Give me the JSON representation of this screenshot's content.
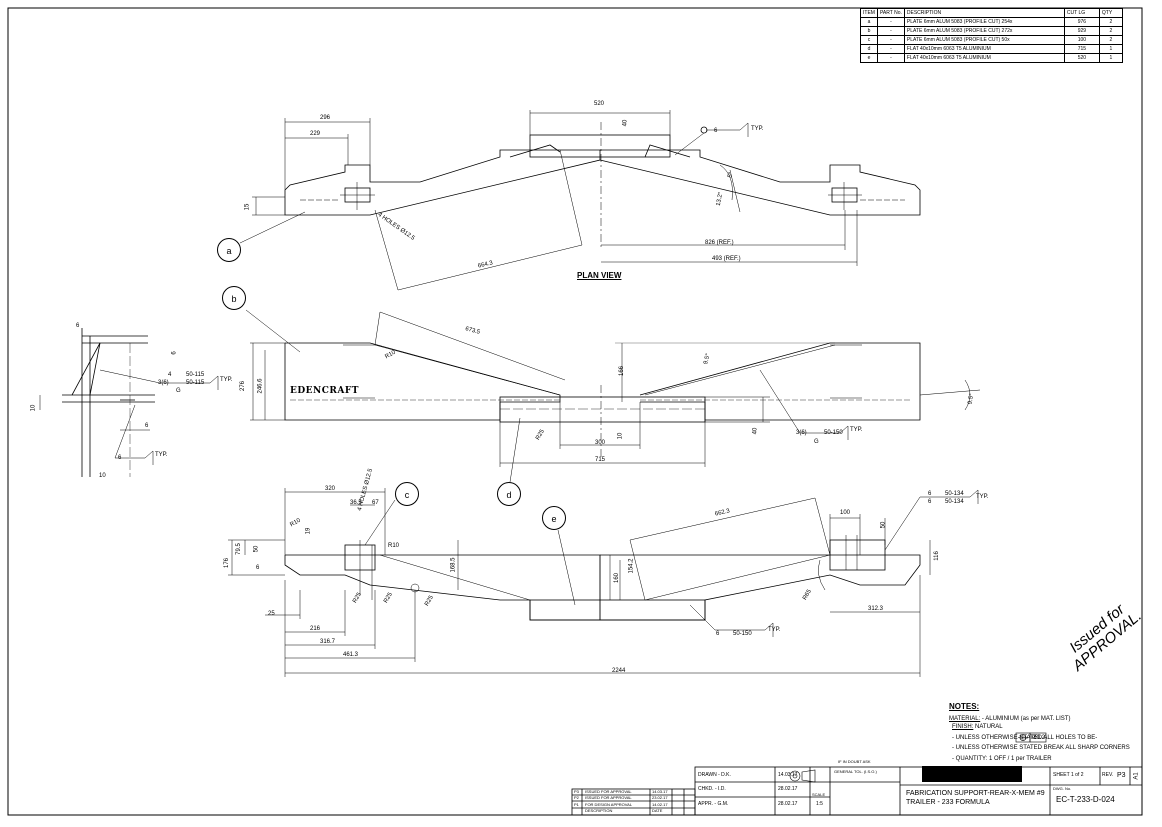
{
  "parts_list": {
    "headers": [
      "ITEM",
      "PART No.",
      "DESCRIPTION",
      "CUT LG",
      "QTY"
    ],
    "rows": [
      {
        "item": "a",
        "part": "-",
        "desc": "PLATE 6mm ALUM 5083 (PROFILE CUT) 254x",
        "cut": "976",
        "qty": "2"
      },
      {
        "item": "b",
        "part": "-",
        "desc": "PLATE 6mm ALUM 5083 (PROFILE CUT) 272x",
        "cut": "929",
        "qty": "2"
      },
      {
        "item": "c",
        "part": "-",
        "desc": "PLATE 6mm ALUM 5083 (PROFILE CUT) 50x",
        "cut": "100",
        "qty": "2"
      },
      {
        "item": "d",
        "part": "-",
        "desc": "FLAT 40x10mm 6063 T5 ALUMINIUM",
        "cut": "715",
        "qty": "1"
      },
      {
        "item": "e",
        "part": "-",
        "desc": "FLAT 40x10mm 6063 T5 ALUMINIUM",
        "cut": "520",
        "qty": "1"
      }
    ]
  },
  "plan_view": {
    "title": "PLAN VIEW",
    "dims": {
      "d520": "520",
      "d40": "40",
      "d296": "296",
      "d229": "229",
      "d15": "15",
      "holes": "4 HOLES Ø12.5",
      "d6643": "664.3",
      "d826": "826 (REF.)",
      "d493": "493 (REF.)",
      "d13": "13.2°",
      "d6": "6",
      "d5": "5°",
      "typ": "TYP."
    }
  },
  "elevation_view": {
    "logo": "EDENCRAFT",
    "dims": {
      "d6735": "673.5",
      "r10": "R10",
      "d276": "276",
      "d2466": "246.6",
      "d300": "300",
      "d715": "715",
      "d10": "10",
      "d166": "166",
      "d40": "40",
      "r25": "R25",
      "a95": "9.5°",
      "a95b": "9.5°",
      "weld1": "3(6)",
      "weld1b": "50-150",
      "weld1g": "G",
      "typ": "TYP."
    }
  },
  "detail_view": {
    "dims": {
      "d6a": "6",
      "d6b": "6",
      "d10": "10",
      "d6c": "6",
      "d6d": "6",
      "w_top": "50-115",
      "w_bot": "50-115",
      "w_pre": "3(6)",
      "w_g": "G",
      "w_4": "4",
      "w_6": "6",
      "typ": "TYP.",
      "typ2": "TYP."
    }
  },
  "lower_view": {
    "dims": {
      "d320": "320",
      "d365": "36.5",
      "d67": "67",
      "holes": "4 HOLES Ø12.5",
      "r10a": "R10",
      "r10b": "R10",
      "d19": "19",
      "d795": "79.5",
      "d50": "50",
      "d176": "176",
      "d6": "6",
      "d1685": "168.5",
      "r25a": "R25",
      "r25b": "R25",
      "r25c": "R25",
      "d25": "25",
      "d216": "216",
      "d3167": "316.7",
      "d4613": "461.3",
      "d160": "160",
      "d1542": "154.2",
      "d6623": "662.3",
      "r65": "R65",
      "d100": "100",
      "d50b": "50",
      "d116": "116",
      "d3123": "312.3",
      "d2244": "2244",
      "w1": "6",
      "w1b": "50-150",
      "typ": "TYP.",
      "w2a": "6",
      "w2b": "50-134",
      "w2c": "6",
      "w2d": "50-134",
      "typ2": "TYP."
    }
  },
  "balloons": [
    "a",
    "b",
    "c",
    "d",
    "e"
  ],
  "stamp": {
    "line1": "Issued for",
    "line2": "APPROVAL."
  },
  "notes": {
    "title": "NOTES:",
    "material_label": "MATERIAL:",
    "material": "- ALUMINIUM (as per MAT. LIST)",
    "finish_label": "FINISH:",
    "finish": "NATURAL",
    "note1": "- UNLESS OTHERWISE STATED ALL HOLES TO BE-",
    "tolerance": "Ø0.2",
    "note2": "- UNLESS OTHERWISE STATED BREAK ALL SHARP CORNERS",
    "quantity_label": "- QUANTITY:",
    "quantity": "1 OFF / 1 per TRAILER"
  },
  "title_block": {
    "drawn": "DRAWN - D.K.",
    "drawn_date": "14.03.17",
    "chkd": "CHKD. - I.D.",
    "chkd_date": "28.02.17",
    "appd": "APPR. - G.M.",
    "appd_date": "28.02.17",
    "scale_label": "SCALE",
    "scale": "1:5",
    "title": "FABRICATION SUPPORT-REAR-X-MEM #9",
    "subtitle": "TRAILER - 233 FORMULA",
    "sheet": "SHEET 1 of 2",
    "rev_label": "REV.",
    "rev": "P3",
    "dwg_label": "DWG. No.",
    "dwg_no": "EC-T-233-D-024",
    "size": "A1",
    "do_not_scale": "IF IN DOUBT ASK",
    "tolerance_header": "GENERAL TOL. (I.S.O.)",
    "revisions": [
      {
        "rev": "P3",
        "desc": "ISSUED FOR APPROVAL",
        "date": "14.03.17"
      },
      {
        "rev": "P2",
        "desc": "ISSUED FOR APPROVAL",
        "date": "23.02.17"
      },
      {
        "rev": "P1",
        "desc": "FOR DESIGN APPROVAL",
        "date": "14.02.17"
      },
      {
        "rev": "",
        "desc": "DESCRIPTION",
        "date": "DATE"
      }
    ]
  }
}
